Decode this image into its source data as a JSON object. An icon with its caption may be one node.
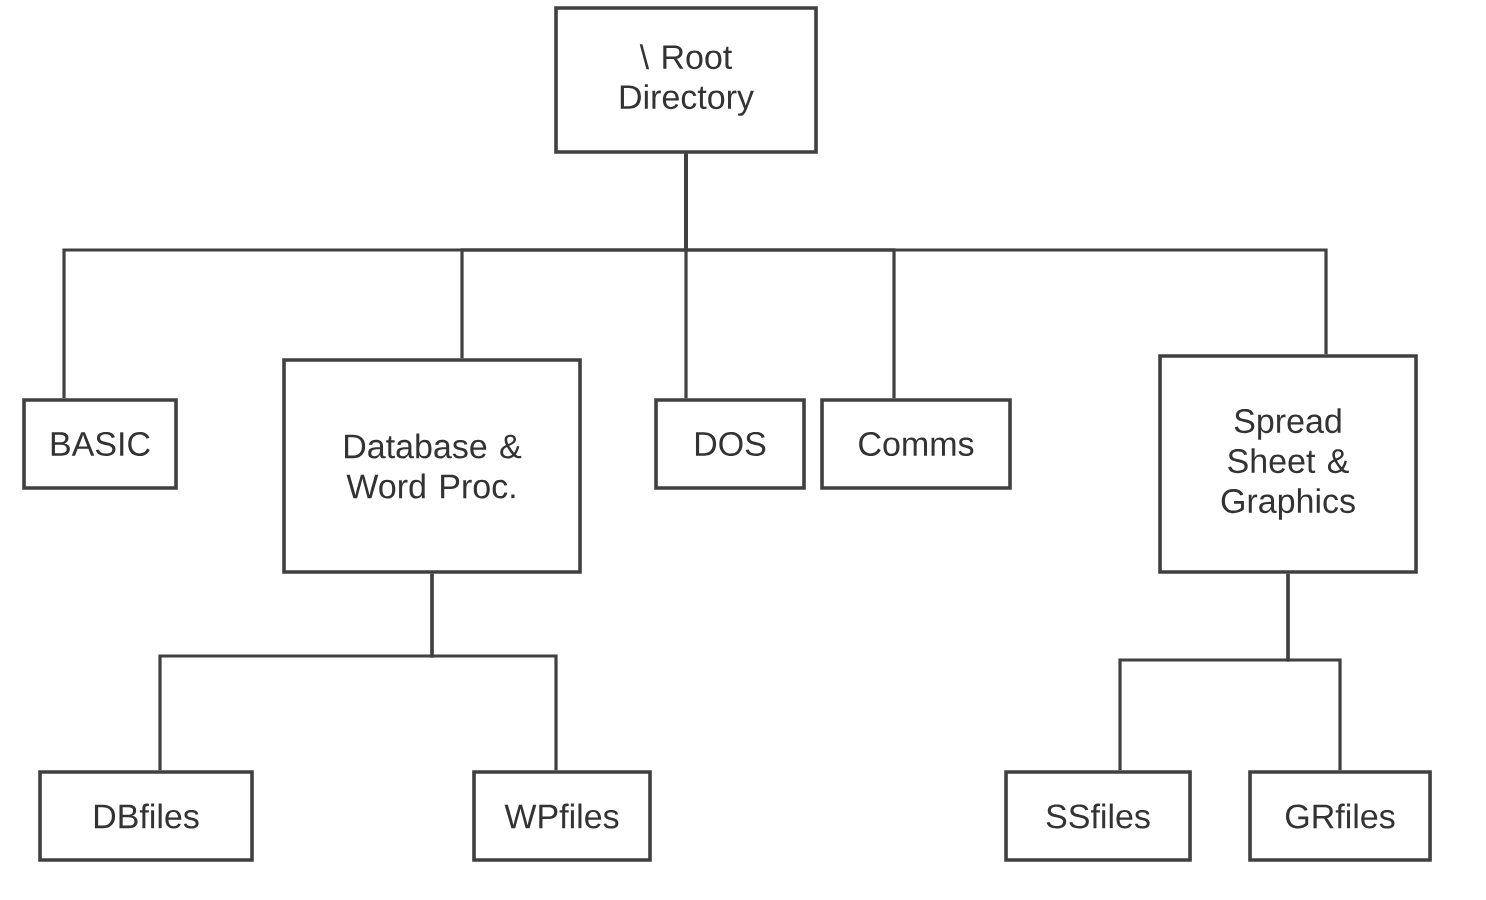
{
  "diagram": {
    "nodes": [
      {
        "text": [
          "\\ Root Directory"
        ]
      },
      {
        "text": [
          "BASIC"
        ]
      },
      {
        "text": [
          "Database & Word Proc."
        ]
      },
      {
        "text": [
          "DOS"
        ]
      },
      {
        "text": [
          "Comms"
        ]
      },
      {
        "text": [
          "Spread Sheet & Graphics"
        ]
      },
      {
        "text": [
          "DBfiles"
        ]
      },
      {
        "text": [
          "WPfiles"
        ]
      },
      {
        "text": [
          "SSfiles"
        ]
      },
      {
        "text": [
          "GRfiles"
        ]
      }
    ],
    "edges": [
      {
        "from": 0,
        "to": 1,
        "arrow": "none"
      },
      {
        "from": 0,
        "to": 2,
        "arrow": "none"
      },
      {
        "from": 0,
        "to": 3,
        "arrow": "none"
      },
      {
        "from": 0,
        "to": 4,
        "arrow": "none"
      },
      {
        "from": 0,
        "to": 5,
        "arrow": "none"
      },
      {
        "from": 2,
        "to": 6,
        "arrow": "none"
      },
      {
        "from": 2,
        "to": 7,
        "arrow": "none"
      },
      {
        "from": 5,
        "to": 8,
        "arrow": "none"
      },
      {
        "from": 5,
        "to": 9,
        "arrow": "none"
      }
    ]
  }
}
